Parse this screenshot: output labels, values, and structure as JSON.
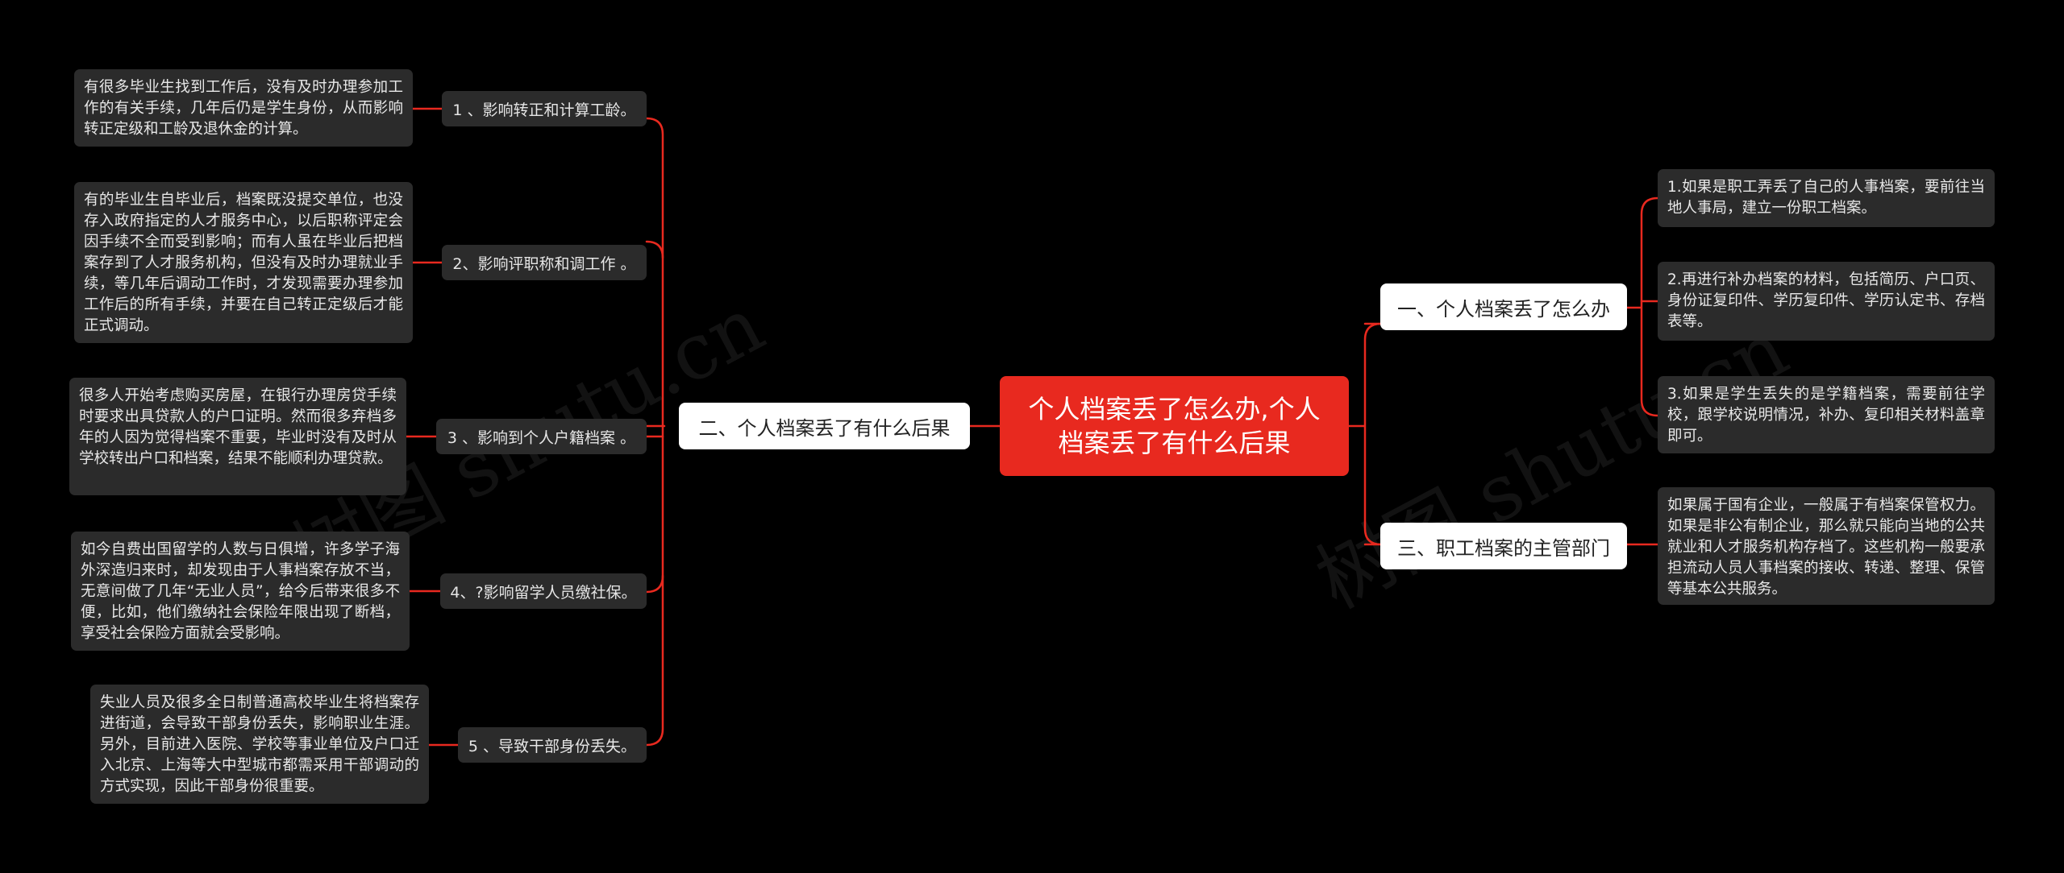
{
  "watermark": "树图 shutu.cn",
  "colors": {
    "background": "#000000",
    "root_fill": "#e8291f",
    "branch_fill": "#ffffff",
    "card_fill": "#2b2b2b",
    "connector": "#e8291f"
  },
  "root": {
    "text": "个人档案丢了怎么办,个人档案丢了有什么后果"
  },
  "left_branch": {
    "label": "二、个人档案丢了有什么后果",
    "items": [
      {
        "label": "1 、影响转正和计算工龄。",
        "detail": "有很多毕业生找到工作后，没有及时办理参加工作的有关手续，几年后仍是学生身份，从而影响转正定级和工龄及退休金的计算。"
      },
      {
        "label": "2、影响评职称和调工作 。",
        "detail": "有的毕业生自毕业后，档案既没提交单位，也没存入政府指定的人才服务中心，以后职称评定会因手续不全而受到影响；而有人虽在毕业后把档案存到了人才服务机构，但没有及时办理就业手续，等几年后调动工作时，才发现需要办理参加工作后的所有手续，并要在自己转正定级后才能正式调动。"
      },
      {
        "label": "3 、影响到个人户籍档案 。",
        "detail": "很多人开始考虑购买房屋，在银行办理房贷手续时要求出具贷款人的户口证明。然而很多弃档多年的人因为觉得档案不重要，毕业时没有及时从学校转出户口和档案，结果不能顺利办理贷款。"
      },
      {
        "label": "4、?影响留学人员缴社保。",
        "detail": "如今自费出国留学的人数与日俱增，许多学子海外深造归来时，却发现由于人事档案存放不当，无意间做了几年“无业人员”，给今后带来很多不便，比如，他们缴纳社会保险年限出现了断档，享受社会保险方面就会受影响。"
      },
      {
        "label": "5 、导致干部身份丢失。",
        "detail": "失业人员及很多全日制普通高校毕业生将档案存进街道，会导致干部身份丢失，影响职业生涯。另外，目前进入医院、学校等事业单位及户口迁入北京、上海等大中型城市都需采用干部调动的方式实现，因此干部身份很重要。"
      }
    ]
  },
  "right_branches": [
    {
      "label": "一、个人档案丢了怎么办",
      "items": [
        "1.如果是职工弄丢了自己的人事档案，要前往当地人事局，建立一份职工档案。",
        "2.再进行补办档案的材料，包括简历、户口页、身份证复印件、学历复印件、学历认定书、存档表等。",
        "3.如果是学生丢失的是学籍档案，需要前往学校，跟学校说明情况，补办、复印相关材料盖章即可。"
      ]
    },
    {
      "label": "三、职工档案的主管部门",
      "items": [
        "如果属于国有企业，一般属于有档案保管权力。如果是非公有制企业，那么就只能向当地的公共就业和人才服务机构存档了。这些机构一般要承担流动人员人事档案的接收、转递、整理、保管等基本公共服务。"
      ]
    }
  ]
}
